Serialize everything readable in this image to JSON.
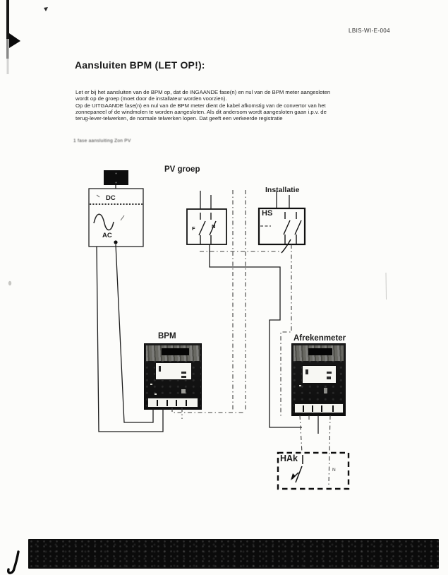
{
  "page": {
    "doc_code": "LBIS-WI-E-004",
    "title": "Aansluiten BPM (LET OP!):",
    "paragraph_lines": [
      "Let er bij het aansluiten van de BPM op, dat de INGAANDE fase(n) en nul van de BPM meter aangesloten",
      "wordt op de groep (moet door de installateur worden voorzien).",
      "Op de UITGAANDE fase(n) en nul van de BPM meter dient de kabel afkomstig van de convertor van het",
      "zonnepaneel of de windmolen te worden aangesloten. Als dit andersom wordt aangesloten gaan i.p.v. de",
      "terug-lever-telwerken, de normale telwerken lopen. Dat geeft een verkeerde registratie"
    ],
    "caption": "1 fase aansluiting Zon PV"
  },
  "diagram": {
    "pv_groep_label": "PV groep",
    "installatie_label": "Installatie",
    "hs_label": "HS",
    "dc_label": "DC",
    "ac_label": "AC",
    "fase_label": "F",
    "nul_label": "N",
    "bpm_label": "BPM",
    "afrekenmeter_label": "Afrekenmeter",
    "hak_label": "HAk",
    "hak_nul_label": "N"
  },
  "colors": {
    "paper": "#fcfcfa",
    "ink": "#1b1b1b",
    "wire_solid": "#1c1c1c",
    "wire_dash": "#3f3f3f",
    "panel_black": "#0d0d0d",
    "scan_bar_black": "#0b0b0b"
  }
}
